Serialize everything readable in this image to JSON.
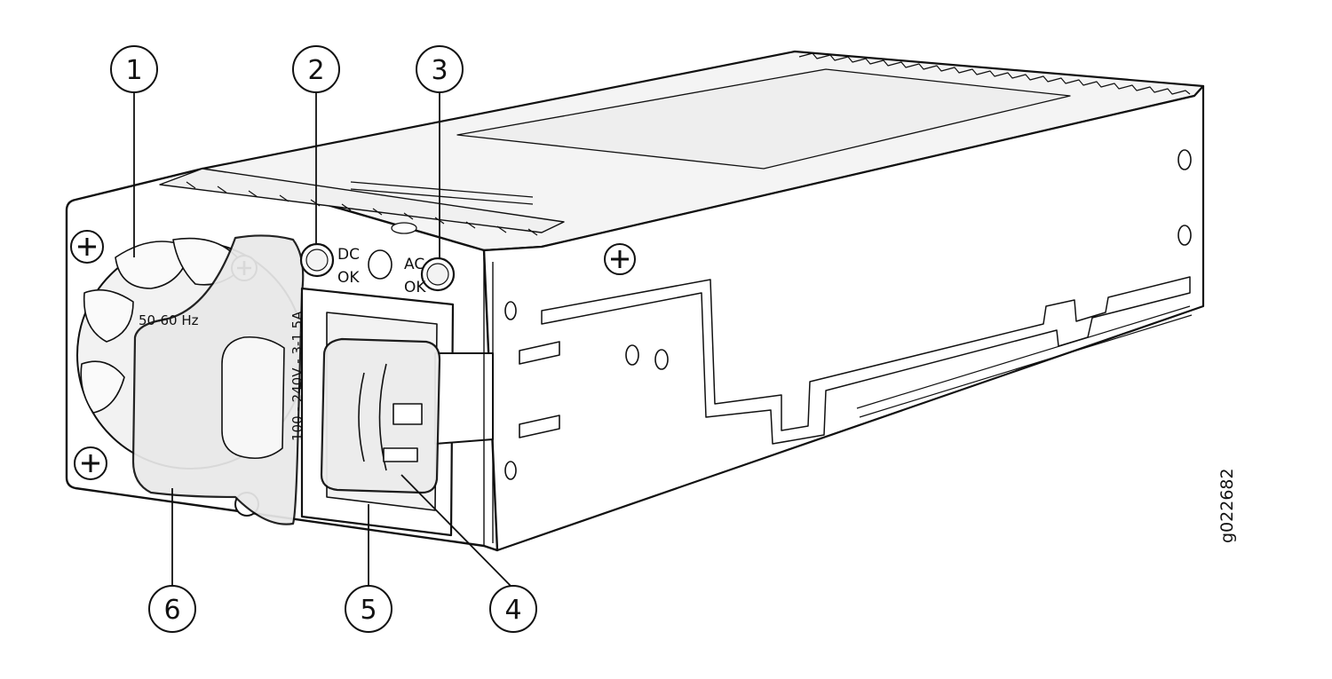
{
  "figure": {
    "figure_id": "g022682"
  },
  "labels": {
    "dc_line1": "DC",
    "dc_line2": "OK",
    "ac_line1": "AC",
    "ac_line2": "OK",
    "frequency": "50-60 Hz",
    "rating": "100 - 240V - 3-1.5A"
  },
  "callouts": [
    "1",
    "2",
    "3",
    "4",
    "5",
    "6"
  ]
}
